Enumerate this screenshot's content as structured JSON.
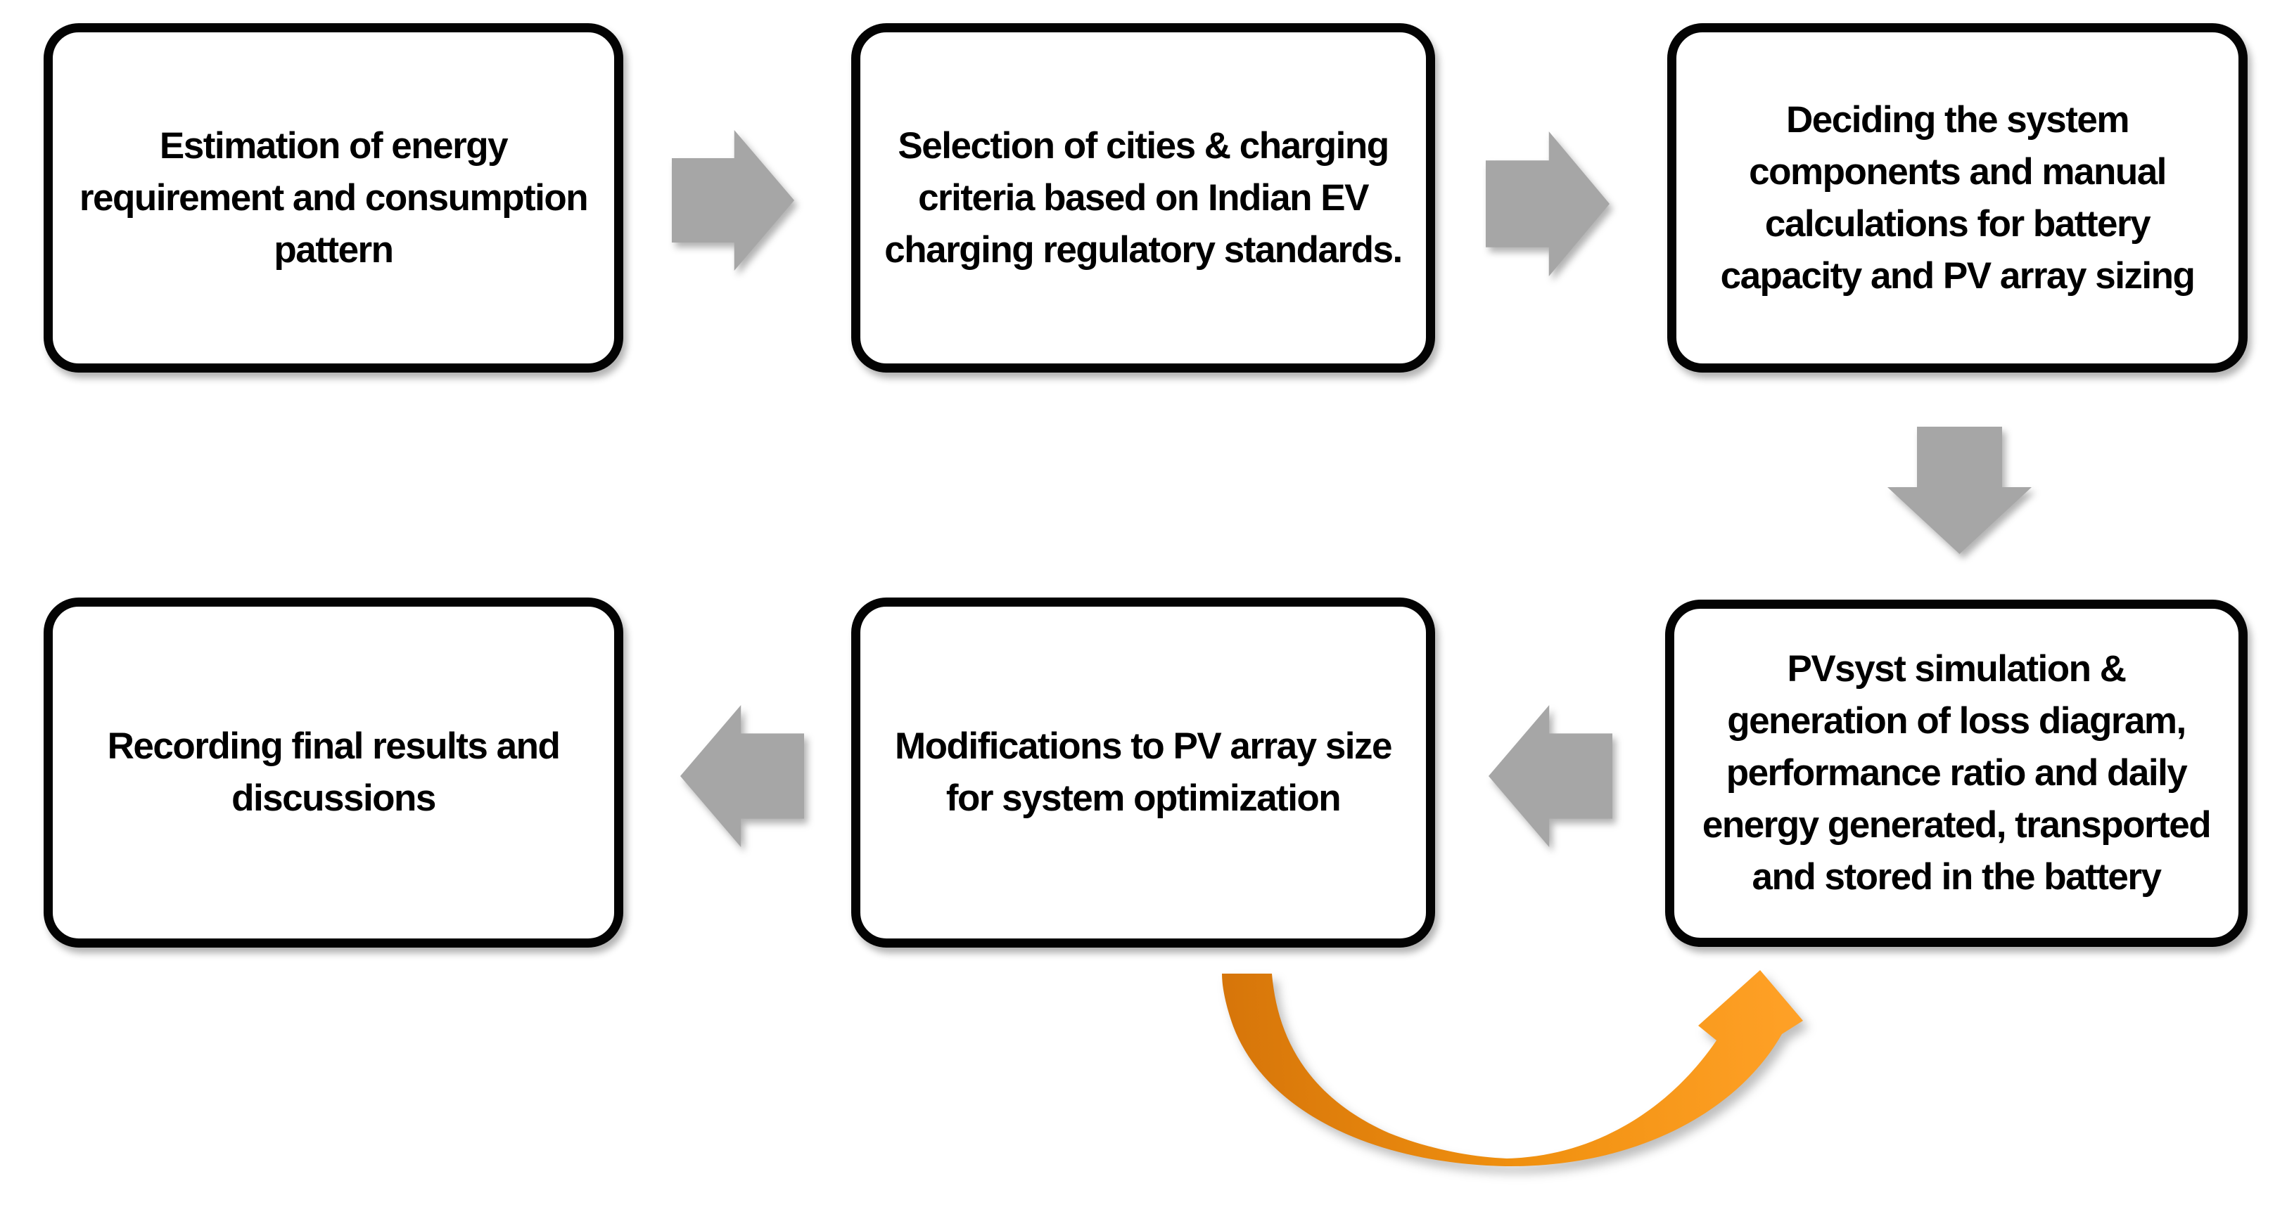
{
  "diagram": {
    "type": "flowchart",
    "background": "#ffffff",
    "colors": {
      "box_fill": "#ffffff",
      "box_border": "#000000",
      "text": "#000000",
      "gray_arrow": "#a6a6a6",
      "orange_arrow_start": "#d6750a",
      "orange_arrow_mid": "#f0900f",
      "orange_arrow_end": "#ffa127"
    },
    "boxes": [
      {
        "id": "estimation",
        "label": "Estimation of energy requirement and consumption pattern"
      },
      {
        "id": "selection",
        "label": "Selection of cities & charging criteria based on Indian EV charging regulatory standards."
      },
      {
        "id": "deciding",
        "label": "Deciding the system components and manual calculations for battery capacity and PV array sizing"
      },
      {
        "id": "recording",
        "label": "Recording final results and discussions"
      },
      {
        "id": "modifications",
        "label": "Modifications to PV array size for system optimization"
      },
      {
        "id": "pvsyst",
        "label": "PVsyst simulation & generation of loss diagram, performance ratio and daily energy generated, transported and stored in the battery"
      }
    ],
    "arrows": [
      {
        "id": "estimation-to-selection",
        "direction": "right",
        "color": "#a6a6a6"
      },
      {
        "id": "selection-to-deciding",
        "direction": "right",
        "color": "#a6a6a6"
      },
      {
        "id": "deciding-to-pvsyst",
        "direction": "down",
        "color": "#a6a6a6"
      },
      {
        "id": "pvsyst-to-modifications",
        "direction": "left",
        "color": "#a6a6a6"
      },
      {
        "id": "modifications-to-recording",
        "direction": "left",
        "color": "#a6a6a6"
      },
      {
        "id": "modifications-to-pvsyst-loop",
        "direction": "curved-up-right",
        "color": "orange-gradient"
      }
    ]
  }
}
